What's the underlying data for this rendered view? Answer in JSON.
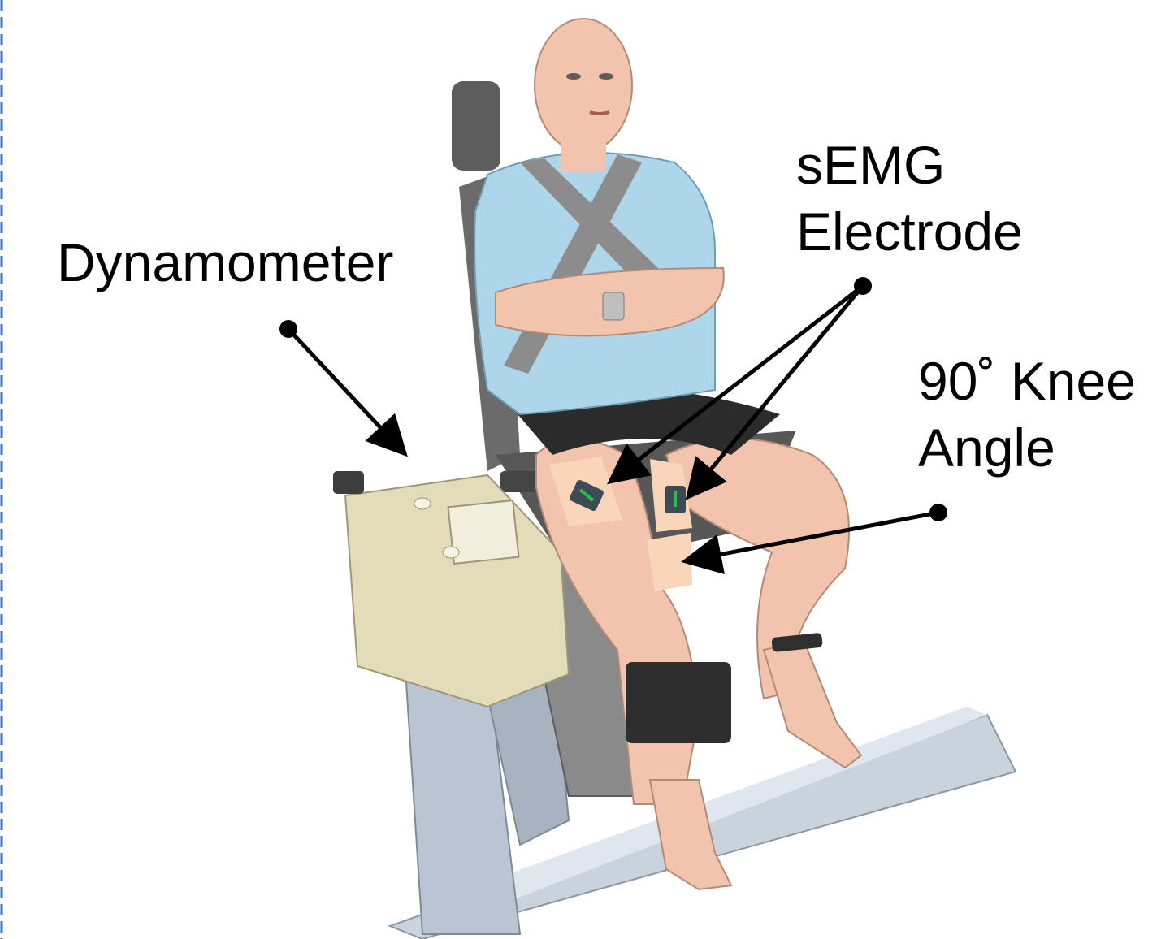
{
  "labels": {
    "dynamometer": "Dynamometer",
    "semg_line1": "sEMG",
    "semg_line2": "Electrode",
    "knee_line1": "90˚ Knee",
    "knee_line2": "Angle"
  },
  "colors": {
    "border_dash": "#3a6fc8",
    "shirt": "#aed6ea",
    "skin": "#f2c4ad",
    "dynamometer_body": "#e2dcb8",
    "machine_frame": "#b9c5d3",
    "seat": "#5a5a5a",
    "electrode_pad": "#f9d6b9",
    "electrode": "#3c4b55",
    "electrode_marker": "#27c047"
  },
  "icons": [
    "arrow-pointer",
    "electrode-icon"
  ]
}
